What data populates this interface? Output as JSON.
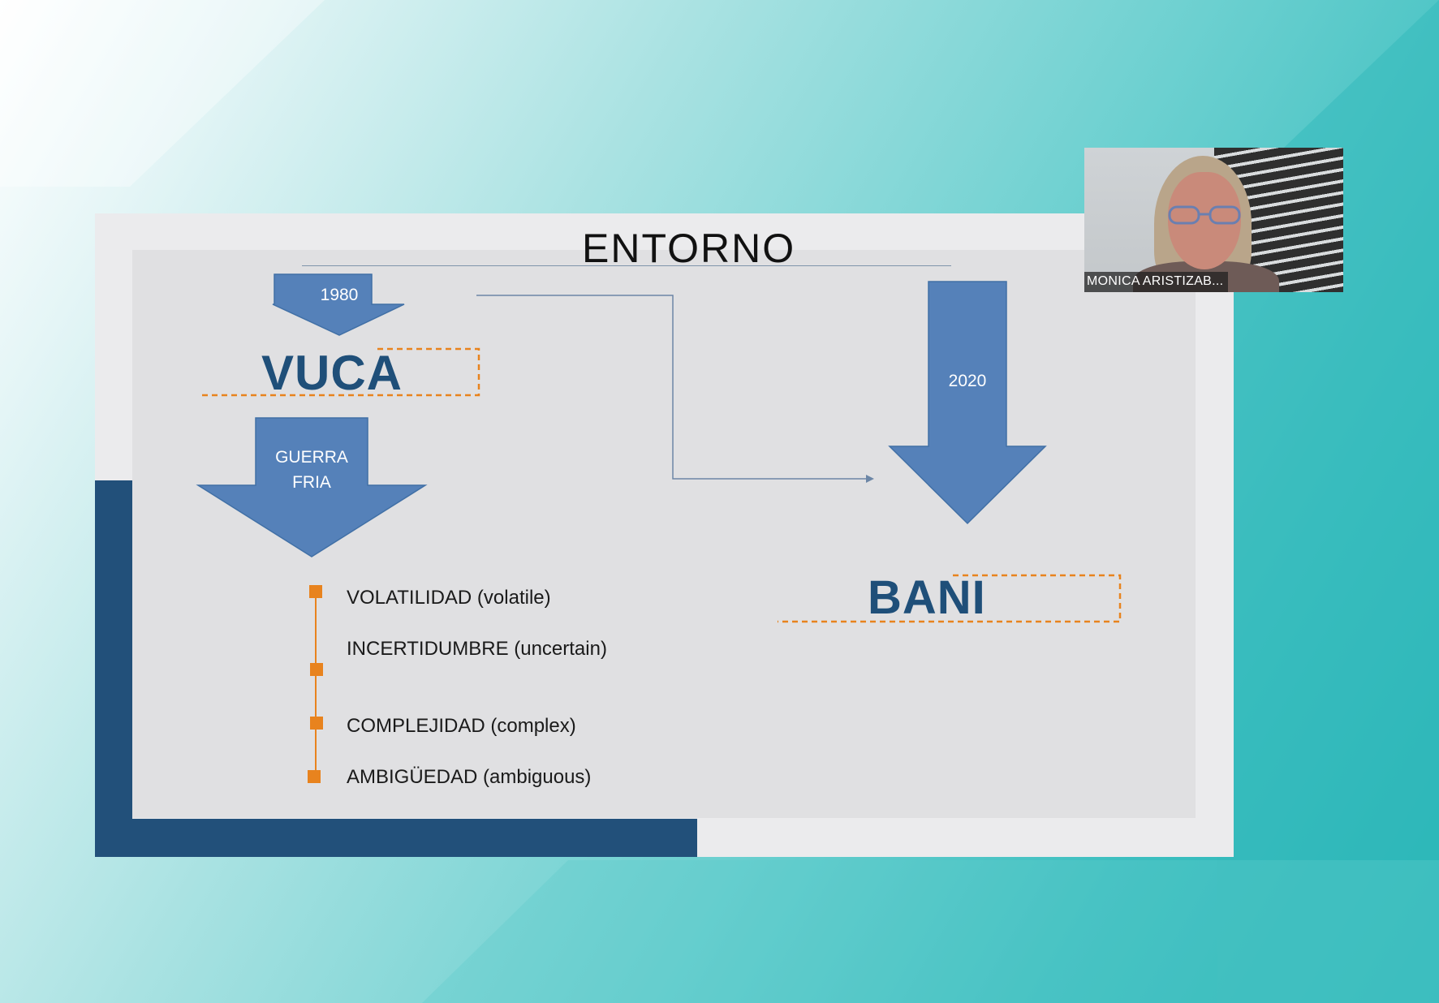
{
  "slide": {
    "title": "ENTORNO",
    "vuca": {
      "word": "VUCA",
      "year": "1980",
      "cause_line1": "GUERRA",
      "cause_line2": "FRIA",
      "items": [
        "VOLATILIDAD (volatile)",
        "INCERTIDUMBRE (uncertain)",
        "COMPLEJIDAD (complex)",
        "AMBIGÜEDAD (ambiguous)"
      ]
    },
    "bani": {
      "word": "BANI",
      "year": "2020"
    }
  },
  "video": {
    "participant_name": "MONICA ARISTIZAB..."
  },
  "colors": {
    "arrow_fill": "#5581b9",
    "arrow_stroke": "#4170a6",
    "accent_navy": "#22507a",
    "accent_orange": "#e8831e"
  }
}
